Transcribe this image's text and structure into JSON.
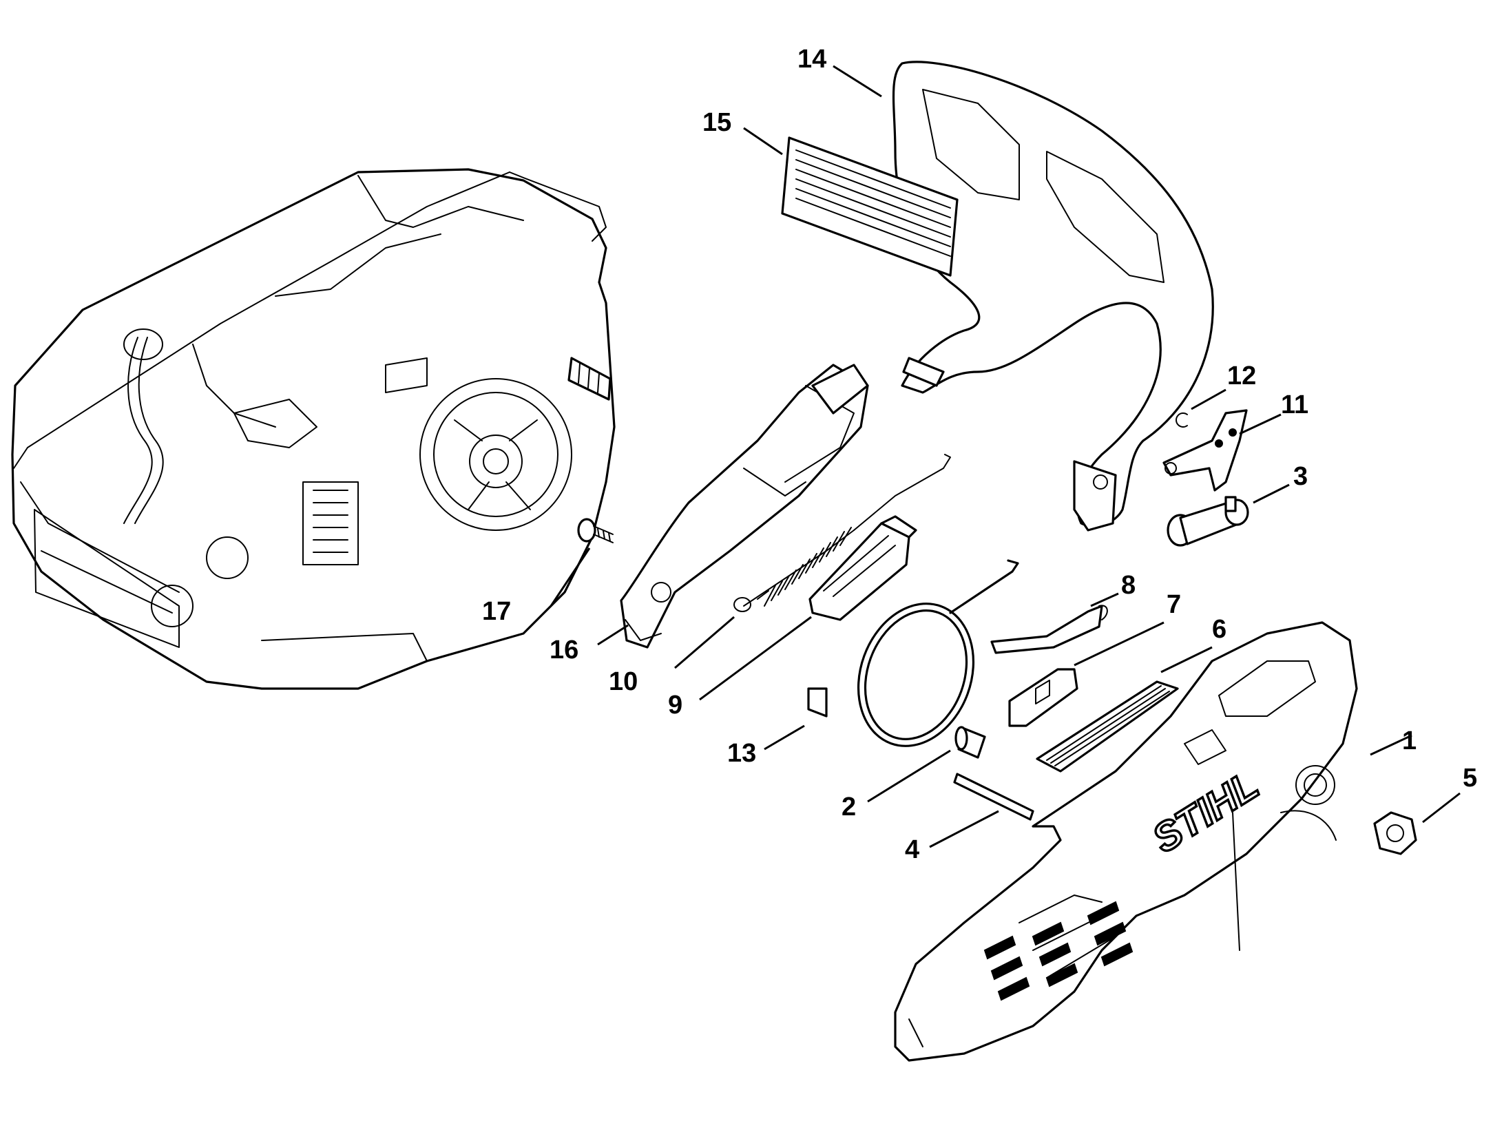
{
  "diagram": {
    "callouts": [
      {
        "id": "c1",
        "label": "1"
      },
      {
        "id": "c2",
        "label": "2"
      },
      {
        "id": "c3",
        "label": "3"
      },
      {
        "id": "c4",
        "label": "4"
      },
      {
        "id": "c5",
        "label": "5"
      },
      {
        "id": "c6",
        "label": "6"
      },
      {
        "id": "c7",
        "label": "7"
      },
      {
        "id": "c8",
        "label": "8"
      },
      {
        "id": "c9",
        "label": "9"
      },
      {
        "id": "c10",
        "label": "10"
      },
      {
        "id": "c11",
        "label": "11"
      },
      {
        "id": "c12",
        "label": "12"
      },
      {
        "id": "c13",
        "label": "13"
      },
      {
        "id": "c14",
        "label": "14"
      },
      {
        "id": "c15",
        "label": "15"
      },
      {
        "id": "c16",
        "label": "16"
      },
      {
        "id": "c17",
        "label": "17"
      }
    ],
    "logo_text": "STIHL"
  }
}
